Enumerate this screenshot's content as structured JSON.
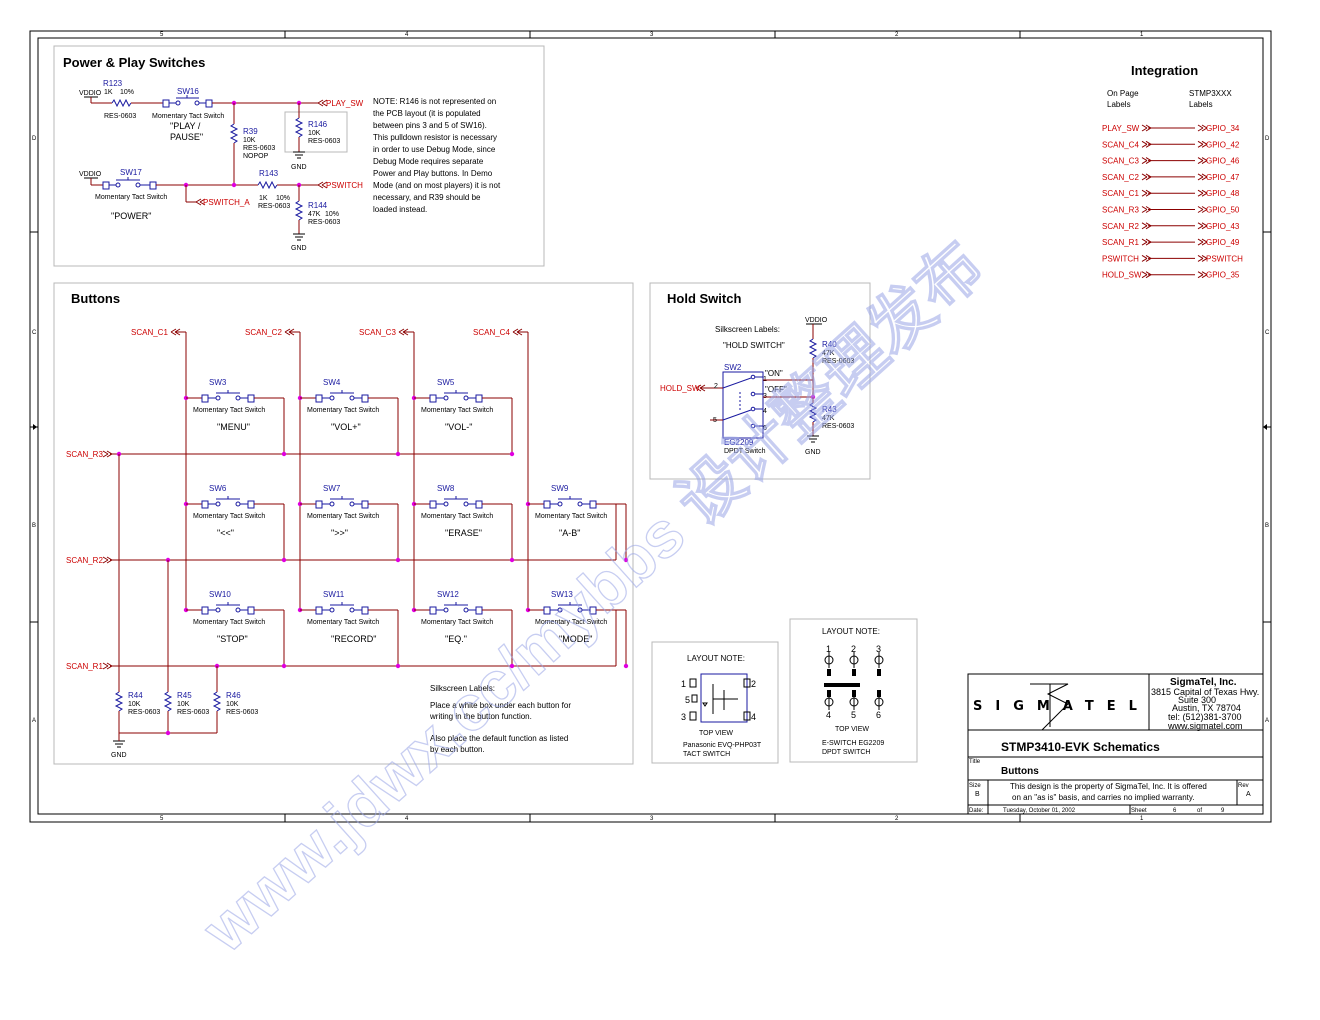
{
  "border": {
    "zone_numbers": [
      "5",
      "4",
      "3",
      "2",
      "1"
    ],
    "zone_letters": [
      "D",
      "C",
      "B",
      "A"
    ]
  },
  "power": {
    "title": "Power & Play Switches",
    "vddio": "VDDIO",
    "r123": {
      "ref": "R123",
      "val": "1K",
      "tol": "10%",
      "pkg": "RES-0603"
    },
    "sw16": {
      "ref": "SW16",
      "type": "Momentary Tact Switch",
      "func": [
        "\"PLAY /",
        "PAUSE\""
      ]
    },
    "r39": {
      "ref": "R39",
      "val": "10K",
      "pkg": "RES-0603",
      "note": "NOPOP"
    },
    "r146": {
      "ref": "R146",
      "val": "10K",
      "pkg": "RES-0603"
    },
    "play_sw": "PLAY_SW",
    "gnd": "GND",
    "sw17": {
      "ref": "SW17",
      "type": "Momentary Tact Switch",
      "func": "\"POWER\""
    },
    "r143": {
      "ref": "R143",
      "val": "1K",
      "tol": "10%",
      "pkg": "RES-0603"
    },
    "r144": {
      "ref": "R144",
      "val": "47K",
      "tol": "10%",
      "pkg": "RES-0603"
    },
    "pswitch": "PSWITCH",
    "pswitch_a": "PSWITCH_A",
    "note": [
      "NOTE: R146 is not represented on",
      "the PCB layout (it is populated",
      "between pins 3 and 5 of SW16).",
      "This pulldown resistor is necessary",
      "in order to use Debug Mode, since",
      "Debug Mode requires separate",
      "Power and Play buttons.  In Demo",
      "Mode (and on most players) it is not",
      "necessary, and R39 should be",
      "loaded instead."
    ]
  },
  "integration": {
    "title": "Integration",
    "col1": [
      "On Page",
      "Labels"
    ],
    "col2": [
      "STMP3XXX",
      "Labels"
    ],
    "rows": [
      {
        "from": "PLAY_SW",
        "to": "GPIO_34"
      },
      {
        "from": "SCAN_C4",
        "to": "GPIO_42"
      },
      {
        "from": "SCAN_C3",
        "to": "GPIO_46"
      },
      {
        "from": "SCAN_C2",
        "to": "GPIO_47"
      },
      {
        "from": "SCAN_C1",
        "to": "GPIO_48"
      },
      {
        "from": "SCAN_R3",
        "to": "GPIO_50"
      },
      {
        "from": "SCAN_R2",
        "to": "GPIO_43"
      },
      {
        "from": "SCAN_R1",
        "to": "GPIO_49"
      },
      {
        "from": "PSWITCH",
        "to": "PSWITCH"
      },
      {
        "from": "HOLD_SW",
        "to": "GPIO_35"
      }
    ]
  },
  "buttons": {
    "title": "Buttons",
    "cols": [
      "SCAN_C1",
      "SCAN_C2",
      "SCAN_C3",
      "SCAN_C4"
    ],
    "rows": [
      "SCAN_R3",
      "SCAN_R2",
      "SCAN_R1"
    ],
    "switch_type": "Momentary Tact Switch",
    "switches": [
      {
        "ref": "SW3",
        "func": "\"MENU\""
      },
      {
        "ref": "SW4",
        "func": "\"VOL+\""
      },
      {
        "ref": "SW5",
        "func": "\"VOL-\""
      },
      {
        "ref": "SW6",
        "func": "\"<<\""
      },
      {
        "ref": "SW7",
        "func": "\">>\""
      },
      {
        "ref": "SW8",
        "func": "\"ERASE\""
      },
      {
        "ref": "SW9",
        "func": "\"A-B\""
      },
      {
        "ref": "SW10",
        "func": "\"STOP\""
      },
      {
        "ref": "SW11",
        "func": "\"RECORD\""
      },
      {
        "ref": "SW12",
        "func": "\"EQ.\""
      },
      {
        "ref": "SW13",
        "func": "\"MODE\""
      }
    ],
    "pulldowns": [
      {
        "ref": "R44",
        "val": "10K",
        "pkg": "RES-0603"
      },
      {
        "ref": "R45",
        "val": "10K",
        "pkg": "RES-0603"
      },
      {
        "ref": "R46",
        "val": "10K",
        "pkg": "RES-0603"
      }
    ],
    "gnd": "GND",
    "silk_note": [
      "Silkscreen Labels:",
      "Place a white box under each button for",
      "writing in the button function.",
      "",
      "Also place the default function as listed",
      "by each button."
    ]
  },
  "hold": {
    "title": "Hold Switch",
    "silk": [
      "Silkscreen Labels:",
      "\"HOLD SWITCH\""
    ],
    "vddio": "VDDIO",
    "sw2": {
      "ref": "SW2",
      "part": "EG2209",
      "type": "DPDT Switch"
    },
    "on": "\"ON\"",
    "off": "\"OFF\"",
    "hold_sw": "HOLD_SW",
    "r40": {
      "ref": "R40",
      "val": "47K",
      "pkg": "RES-0603"
    },
    "r43": {
      "ref": "R43",
      "val": "47K",
      "pkg": "RES-0603"
    },
    "gnd": "GND",
    "pins": [
      "1",
      "2",
      "3",
      "4",
      "5",
      "6"
    ]
  },
  "layout1": {
    "title": "LAYOUT NOTE:",
    "view": "TOP VIEW",
    "part": [
      "Panasonic EVQ-PHP03T",
      "TACT SWITCH"
    ],
    "pins": [
      "1",
      "2",
      "3",
      "4",
      "5"
    ]
  },
  "layout2": {
    "title": "LAYOUT NOTE:",
    "view": "TOP VIEW",
    "part": [
      "E-SWITCH EG2209",
      "DPDT SWITCH"
    ],
    "pins": [
      "1",
      "2",
      "3",
      "4",
      "5",
      "6"
    ]
  },
  "titleblock": {
    "logo": "SIGMATEL",
    "company": "SigmaTel, Inc.",
    "address": [
      "3815 Capital of Texas Hwy.",
      "Suite 300",
      "Austin, TX  78704",
      "tel: (512)381-3700",
      "www.sigmatel.com"
    ],
    "project": "STMP3410-EVK Schematics",
    "title_label": "Title",
    "title": "Buttons",
    "size_label": "Size",
    "size": "B",
    "notice": [
      "This design is the property of SigmaTel, Inc.  It is offered",
      "on an \"as is\" basis, and carries no implied warranty."
    ],
    "rev_label": "Rev",
    "rev": "A",
    "date_label": "Date:",
    "date": "Tuesday, October 01, 2002",
    "sheet_label": "Sheet",
    "sheet": "6",
    "of_label": "of",
    "of": "9"
  },
  "watermark": "www.jdwx.cc/mybbs 设计整理发布"
}
